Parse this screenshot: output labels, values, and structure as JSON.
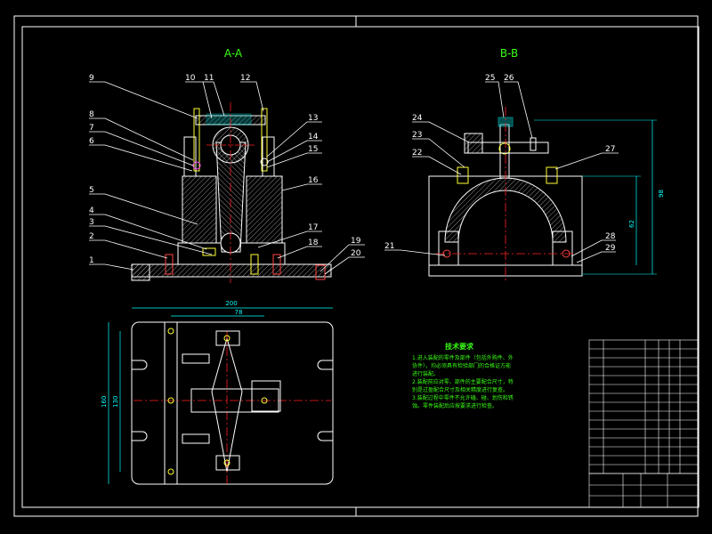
{
  "views": {
    "section_aa_title": "A-A",
    "section_bb_title": "B-B"
  },
  "balloons_aa": [
    "1",
    "2",
    "3",
    "4",
    "5",
    "6",
    "7",
    "8",
    "9",
    "10",
    "11",
    "12",
    "13",
    "14",
    "15",
    "16",
    "17",
    "18",
    "19",
    "20"
  ],
  "balloons_bb": [
    "21",
    "22",
    "23",
    "24",
    "25",
    "26",
    "27",
    "28",
    "29"
  ],
  "dims": {
    "plan_width": "200",
    "plan_inner": "78",
    "plan_height": "160",
    "plan_height_inner": "130",
    "bb_height_outer": "98",
    "bb_height_inner": "62"
  },
  "tech_notes": {
    "title": "技术要求",
    "lines": [
      "1.进入装配的零件及部件（包括外购件、外",
      "协件），均必须具有检验部门的合格证方能",
      "进行装配。",
      "2.装配前应对零、部件的主要配合尺寸，特",
      "别是过盈配合尺寸及相关精度进行复查。",
      "3.装配过程中零件不允许磕、碰、划伤和锈",
      "蚀。零件装配后应按要求进行检查。"
    ]
  },
  "colors": {
    "background": "#000000",
    "frame": "#ffffff",
    "hatch": "#c0c0c0",
    "centerline": "#ff2020",
    "dimension": "#00ffff",
    "leader": "#ffffff",
    "part": "#ffff33",
    "note": "#39ff14",
    "title_block": "#ffffff"
  }
}
